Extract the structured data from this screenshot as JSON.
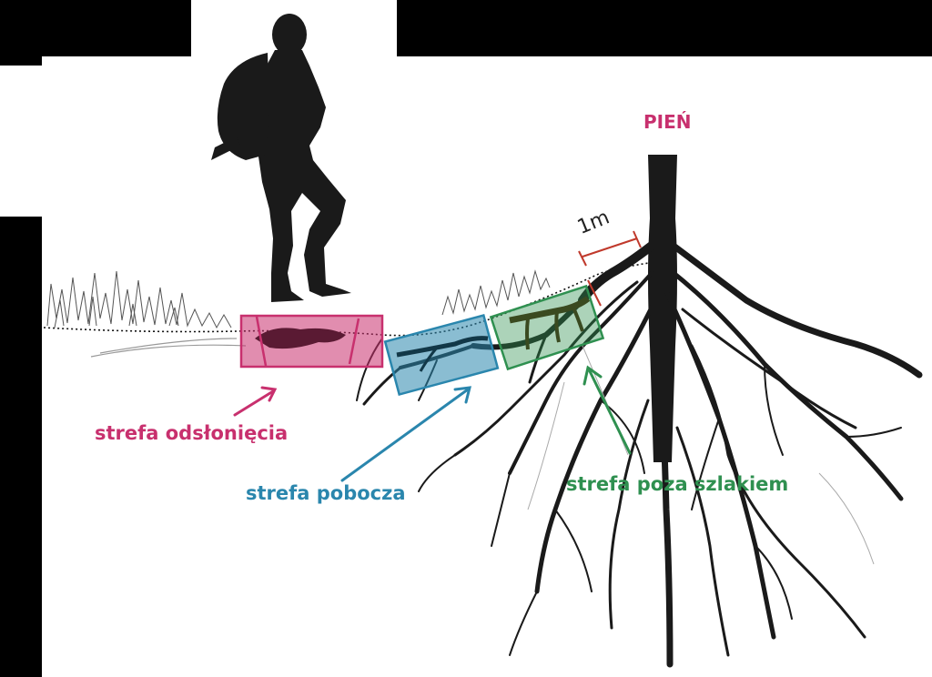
{
  "labels": {
    "trunk": "PIEŃ",
    "scale": "1m",
    "zone_exposure": "strefa odsłonięcia",
    "zone_roadside": "strefa pobocza",
    "zone_offtrail": "strefa poza szlakiem"
  },
  "colors": {
    "background": "#000000",
    "canvas": "#ffffff",
    "exposure": "#c8306e",
    "roadside": "#2a86ad",
    "offtrail": "#2f9050",
    "scale": "#c0392b",
    "root": "#1a1a1a"
  },
  "icons": [
    "hiker-silhouette",
    "grass-tufts",
    "tree-roots"
  ]
}
